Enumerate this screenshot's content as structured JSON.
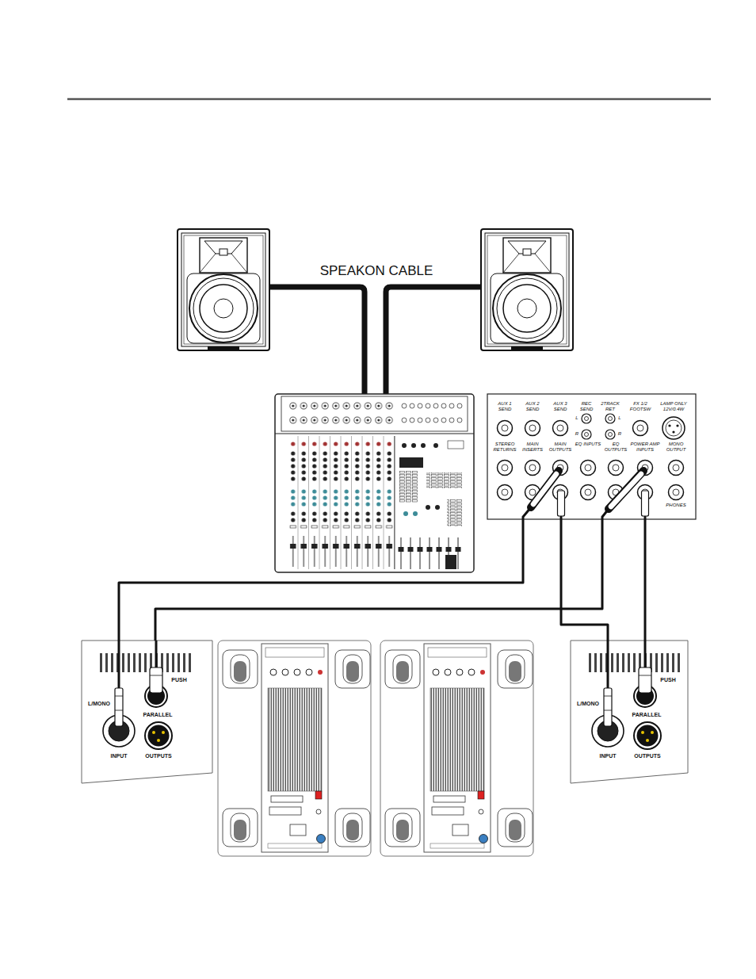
{
  "diagram": {
    "nodes": [
      {
        "text": [
          "AUX 1 SEND",
          "AUX 2 SEND",
          "AUX 3 SEND",
          "REC SEND",
          "2TRACK RET",
          "FX 1/2 FOOTSW",
          "LAMP ONLY 12V/0.4W",
          "L",
          "R",
          "L",
          "R",
          "STEREO RETURNS",
          "MAIN INSERTS",
          "MAIN OUTPUTS",
          "EQ INPUTS",
          "EQ OUTPUTS",
          "POWER AMP INPUTS",
          "MONO OUTPUT",
          "PHONES"
        ]
      },
      {
        "text": [
          "L/MONO",
          "PUSH",
          "PARALLEL",
          "INPUT",
          "OUTPUTS"
        ]
      },
      {
        "text": [
          "L/MONO",
          "PUSH",
          "PARALLEL",
          "INPUT",
          "OUTPUTS"
        ]
      }
    ],
    "edges": [
      {
        "from": 0,
        "to": 1,
        "arrow": "none"
      },
      {
        "from": 0,
        "to": 1,
        "arrow": "none"
      },
      {
        "from": 0,
        "to": 2,
        "arrow": "none"
      },
      {
        "from": 0,
        "to": 2,
        "arrow": "none"
      }
    ],
    "labels": [
      "SPEAKON CABLE"
    ]
  }
}
